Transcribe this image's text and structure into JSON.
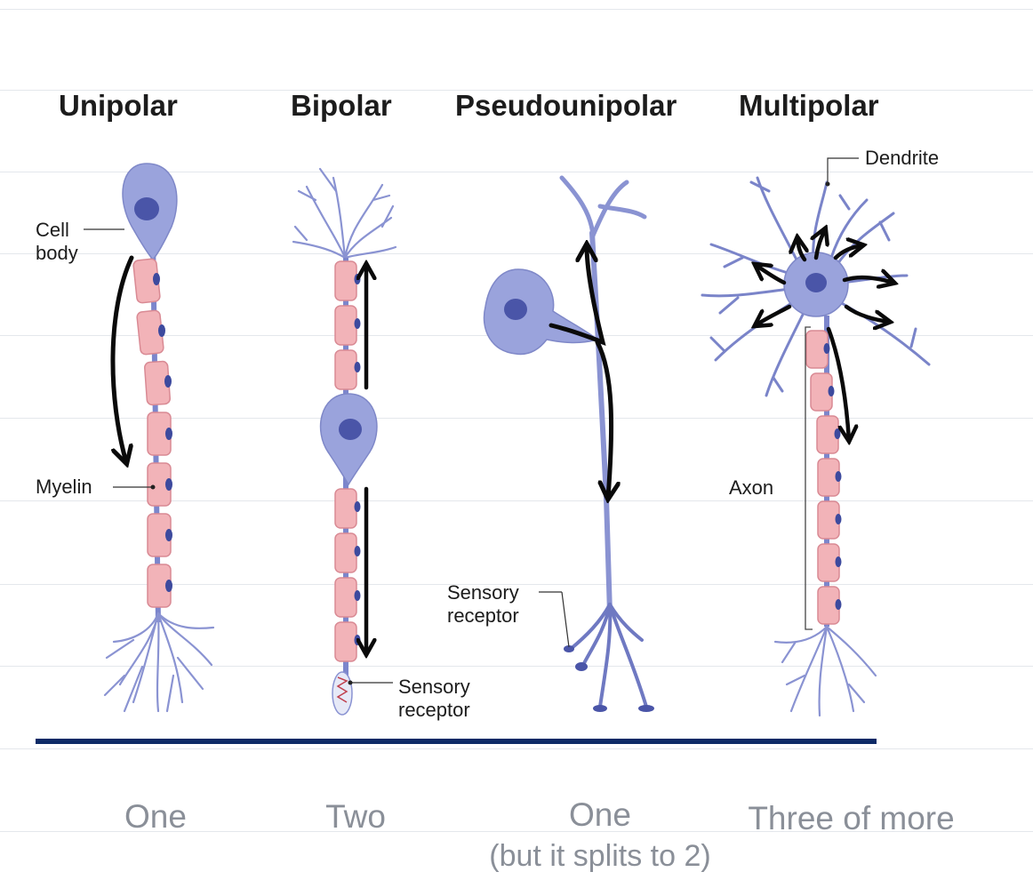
{
  "titles": {
    "unipolar": "Unipolar",
    "bipolar": "Bipolar",
    "pseudounipolar": "Pseudounipolar",
    "multipolar": "Multipolar"
  },
  "labels": {
    "cell_body": [
      "Cell",
      "body"
    ],
    "myelin": "Myelin",
    "sensory_receptor_bipolar": [
      "Sensory",
      "receptor"
    ],
    "sensory_receptor_pseudo": [
      "Sensory",
      "receptor"
    ],
    "dendrite": "Dendrite",
    "axon": "Axon"
  },
  "counts": {
    "unipolar": "One",
    "bipolar": "Two",
    "pseudounipolar_line1": "One",
    "pseudounipolar_line2": "(but it splits to 2)",
    "multipolar": "Three of more"
  },
  "colors": {
    "cell_body": "#9aa3dc",
    "cell_body_edge": "#7f88c8",
    "nucleus": "#4a55a8",
    "axon": "#7c86cc",
    "dendrite": "#7a84c9",
    "myelin": "#f2b3b8",
    "myelin_edge": "#d98a94",
    "arrow": "#0a0a0a",
    "divider": "#0d2a66",
    "count_text": "#8a8f98"
  }
}
